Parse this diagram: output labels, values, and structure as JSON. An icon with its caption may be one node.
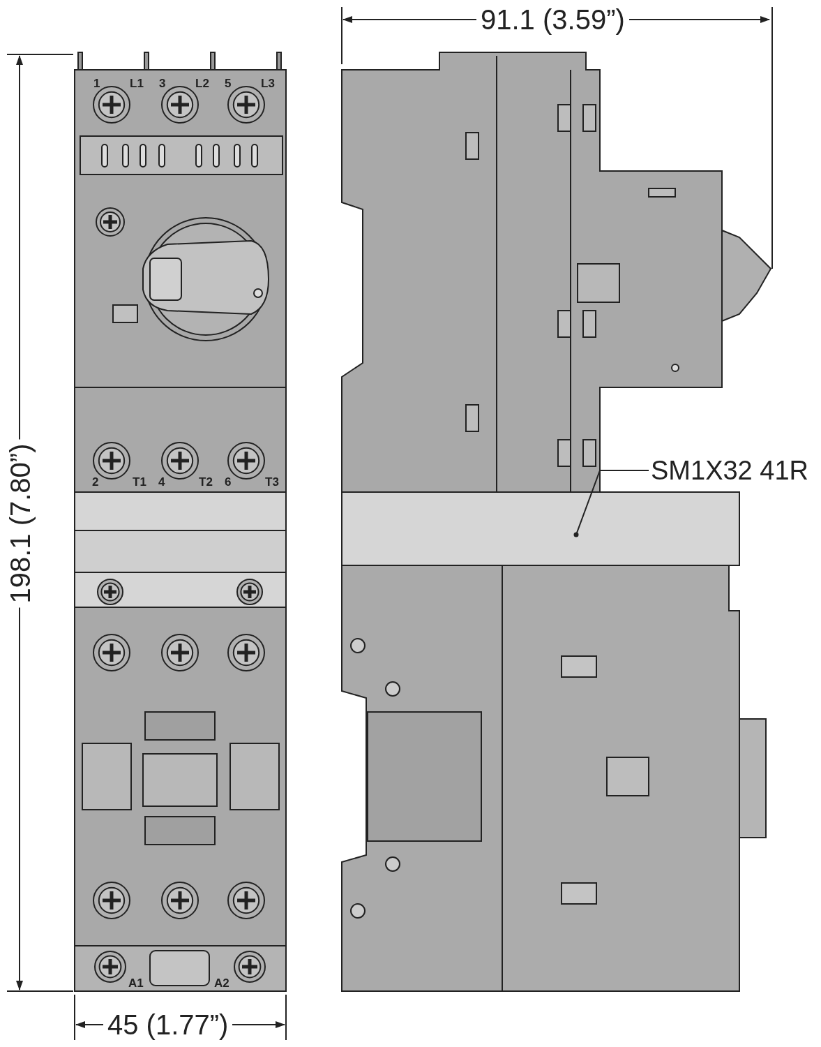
{
  "diagram": {
    "nodes": [
      {
        "text": [
          "SM1X32 41R"
        ]
      },
      {
        "text": [],
        "shape": "box"
      }
    ],
    "edges": [
      {
        "from": 0,
        "to": 1,
        "arrow": "other"
      }
    ],
    "labels": [
      "91.1 (3.59”)",
      "1",
      "L1",
      "3",
      "L2",
      "5",
      "L3",
      "2",
      "T1",
      "4",
      "T2",
      "6",
      "T3",
      "198.1 (7.80”)",
      "A1",
      "A2",
      "45 (1.77”)"
    ]
  }
}
